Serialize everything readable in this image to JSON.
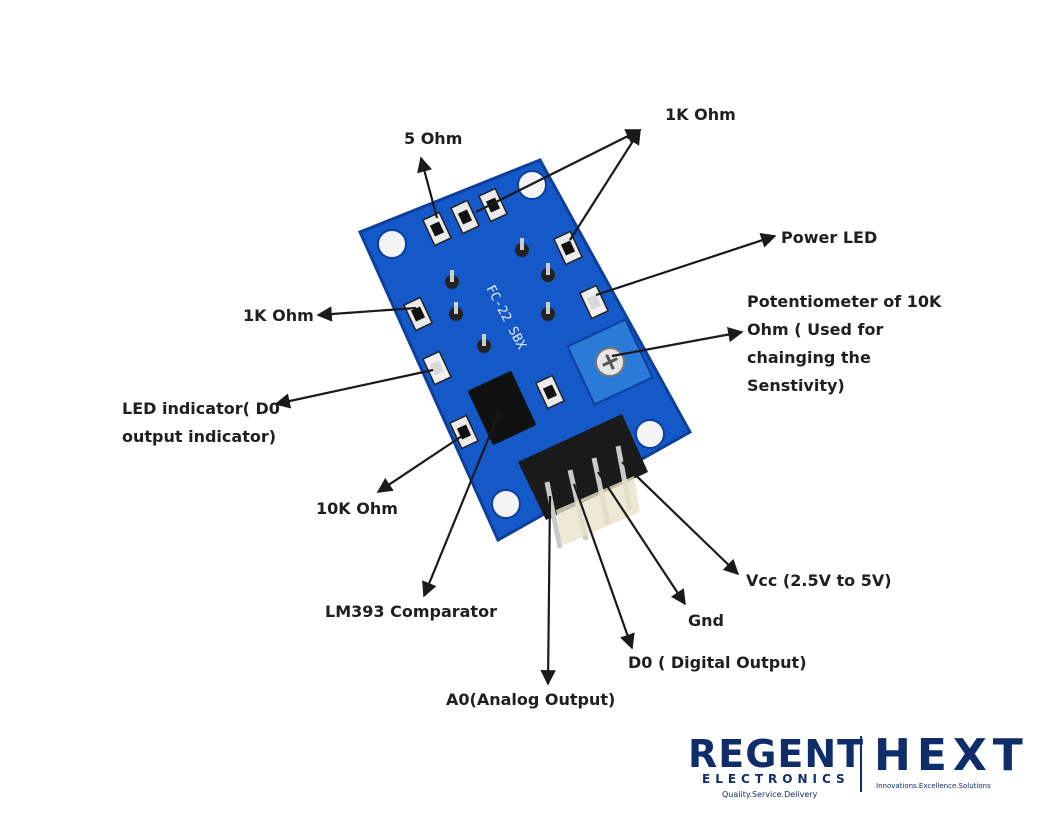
{
  "labels": {
    "five_ohm": "5 Ohm",
    "one_k_ohm_top": "1K Ohm",
    "power_led": "Power LED",
    "potentiometer": "Potentiometer of 10K Ohm ( Used for chainging the Senstivity)",
    "one_k_ohm_left": "1K Ohm",
    "led_indicator": "LED indicator( D0 output indicator)",
    "ten_k_ohm": "10K Ohm",
    "lm393": "LM393 Comparator",
    "vcc": "Vcc (2.5V to 5V)",
    "gnd": "Gnd",
    "d0": "D0 ( Digital Output)",
    "a0": "A0(Analog Output)"
  },
  "board": {
    "silkscreen": "FC-22 SBX"
  },
  "logo": {
    "regent": "REGENT",
    "electronics": "ELECTRONICS",
    "regent_tagline": "Quality.Service.Delivery",
    "hext": "HEXT",
    "hext_tagline": "Innovations.Excellence.Solutions"
  },
  "colors": {
    "pcb": "#1558c8",
    "pcb_dark": "#0d3f9c",
    "arrow": "#1a1a1a",
    "pot": "#2a7ad8",
    "logo": "#0f2d6b"
  }
}
